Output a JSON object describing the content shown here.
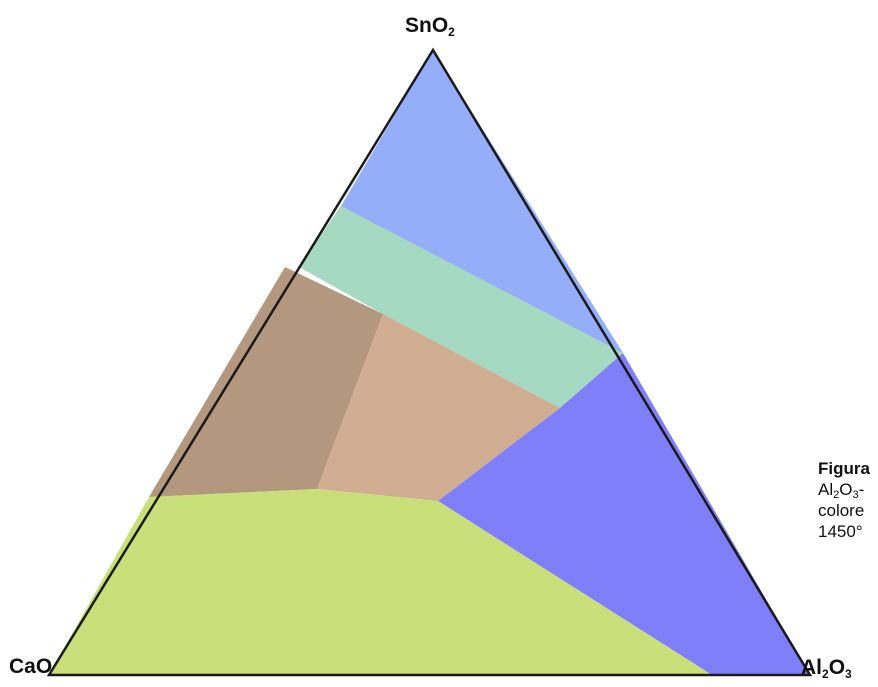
{
  "vertices": {
    "top": {
      "main": "SnO",
      "sub": "2"
    },
    "left": {
      "main": "CaO",
      "sub": ""
    },
    "right": {
      "main": "Al",
      "sub": "2",
      "main2": "O",
      "sub2": "3"
    }
  },
  "caption": {
    "title": "Figura",
    "line2": {
      "a": "Al",
      "s1": "2",
      "b": "O",
      "s2": "3",
      "c": "-"
    },
    "line3": "colore",
    "line4": "1450°"
  },
  "colors": {
    "sno2_phase": "#95aefa",
    "mixed_phase": "#a6d9c2",
    "brown_phase": "#b3977e",
    "tan_phase": "#d1ae92",
    "al2o3_phase": "#7f7ff9",
    "cao_phase": "#c9e07a",
    "outline": "#1a1a1a"
  }
}
